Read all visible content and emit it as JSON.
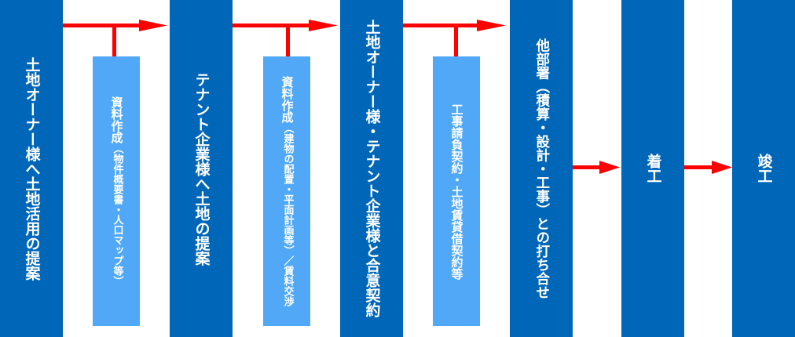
{
  "colors": {
    "step_bar": "#0066b8",
    "note_bar": "#50a8f6",
    "arrow": "#ff0000",
    "text": "#ffffff"
  },
  "steps": [
    {
      "label": "土地オーナー様へ土地活用の提案"
    },
    {
      "label": "テナント企業様へ土地の提案"
    },
    {
      "label": "土地オーナー様・テナント企業様と合意契約"
    },
    {
      "label": "他部署（積算・設計・工事）との打ち合せ"
    },
    {
      "label": "着工"
    },
    {
      "label": "竣工"
    }
  ],
  "notes": [
    {
      "main": "資料作成",
      "detail": "（物件概要書・人口マップ等）"
    },
    {
      "main": "資料作成",
      "detail": "（建物の配置・平面計画等）／賃料交渉"
    },
    {
      "main": "工事請負契約・土地賃貸借契約等",
      "detail": ""
    }
  ],
  "connectors": [
    {
      "from": "steps.0",
      "to": "steps.1",
      "branch": "notes.0",
      "type": "t-arrow"
    },
    {
      "from": "steps.1",
      "to": "steps.2",
      "branch": "notes.1",
      "type": "t-arrow"
    },
    {
      "from": "steps.2",
      "to": "steps.3",
      "branch": "notes.2",
      "type": "t-arrow"
    },
    {
      "from": "steps.3",
      "to": "steps.4",
      "type": "arrow"
    },
    {
      "from": "steps.4",
      "to": "steps.5",
      "type": "arrow"
    }
  ]
}
